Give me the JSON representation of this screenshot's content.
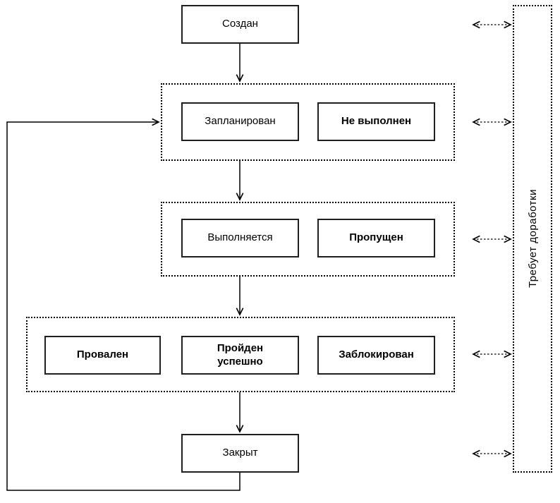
{
  "diagram_type": "state-workflow-flowchart",
  "nodes": {
    "created": {
      "label": "Создан",
      "bold": false
    },
    "planned": {
      "label": "Запланирован",
      "bold": false
    },
    "not_executed": {
      "label": "Не выполнен",
      "bold": true
    },
    "in_progress": {
      "label": "Выполняется",
      "bold": false
    },
    "skipped": {
      "label": "Пропущен",
      "bold": true
    },
    "failed": {
      "label": "Провален",
      "bold": true
    },
    "passed": {
      "label": "Пройден\nуспешно",
      "bold": true
    },
    "blocked": {
      "label": "Заблокирован",
      "bold": true
    },
    "closed": {
      "label": "Закрыт",
      "bold": false
    }
  },
  "rework": {
    "label": "Требует доработки"
  },
  "edges": {
    "flow": [
      "created -> planned-group",
      "planned-group -> in-progress-group",
      "in-progress-group -> result-group",
      "result-group -> closed",
      "closed -> planned-group (feedback loop via left side)"
    ],
    "rework_links": [
      "created <..> rework",
      "planned-group <..> rework",
      "in-progress-group <..> rework",
      "result-group <..> rework",
      "closed <..> rework"
    ]
  },
  "colors": {
    "line": "#000000",
    "node_border": "#1f1f1f",
    "background": "#ffffff",
    "text": "#000000"
  }
}
